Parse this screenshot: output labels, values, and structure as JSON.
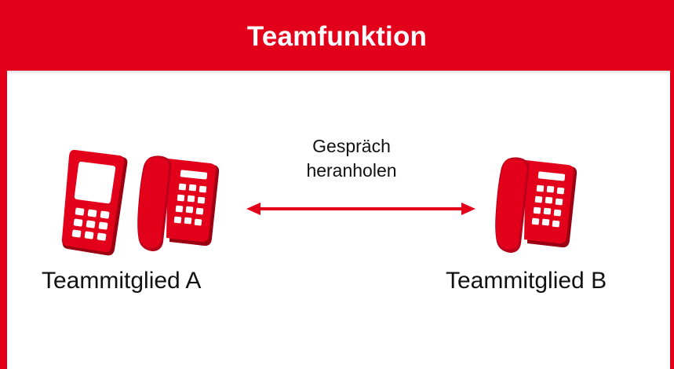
{
  "title": "Teamfunktion",
  "arrow_label_line1": "Gespräch",
  "arrow_label_line2": "heranholen",
  "member_a": {
    "label": "Teammitglied A",
    "icons": [
      "mobile-phone-icon",
      "desk-phone-icon"
    ]
  },
  "member_b": {
    "label": "Teammitglied B",
    "icons": [
      "desk-phone-icon"
    ]
  },
  "colors": {
    "accent": "#e2001a",
    "text": "#111111",
    "background": "#ffffff"
  }
}
